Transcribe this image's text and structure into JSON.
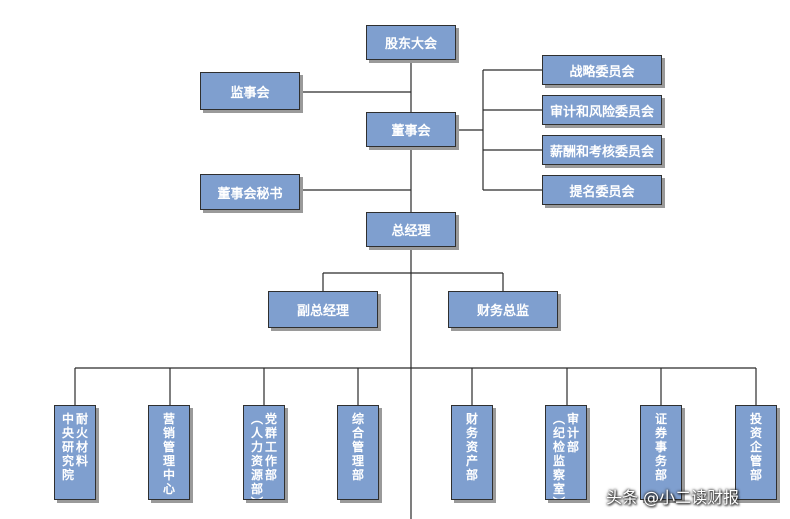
{
  "nodes": {
    "shareholders": "股东大会",
    "supervisory": "监事会",
    "board": "董事会",
    "board_secretary": "董事会秘书",
    "general_manager": "总经理",
    "deputy_gm": "副总经理",
    "cfo": "财务总监"
  },
  "committees": [
    "战略委员会",
    "审计和风险委员会",
    "薪酬和考核委员会",
    "提名委员会"
  ],
  "departments": [
    {
      "name": "中央研究院",
      "lines": [
        "耐火材料",
        "中央研究院"
      ]
    },
    {
      "name": "营销管理中心",
      "lines": [
        "营销管理中心"
      ]
    },
    {
      "name": "党群工作部（人力资源部）",
      "lines": [
        "党群工作部",
        "（人力资源部）"
      ]
    },
    {
      "name": "综合管理部",
      "lines": [
        "综合管理部"
      ]
    },
    {
      "name": "财务资产部",
      "lines": [
        "财务资产部"
      ]
    },
    {
      "name": "审计部（纪检监察室）",
      "lines": [
        "审计部",
        "（纪检监察室）"
      ]
    },
    {
      "name": "证券事务部",
      "lines": [
        "证券事务部"
      ]
    },
    {
      "name": "投资企管部",
      "lines": [
        "投资企管部"
      ]
    }
  ],
  "watermark": "头条 @小二读财报",
  "colors": {
    "box_fill": "#7f9fcf",
    "box_border": "#2f2f2f",
    "line": "#2a2a2a",
    "shadow": "#9a9a9a"
  }
}
